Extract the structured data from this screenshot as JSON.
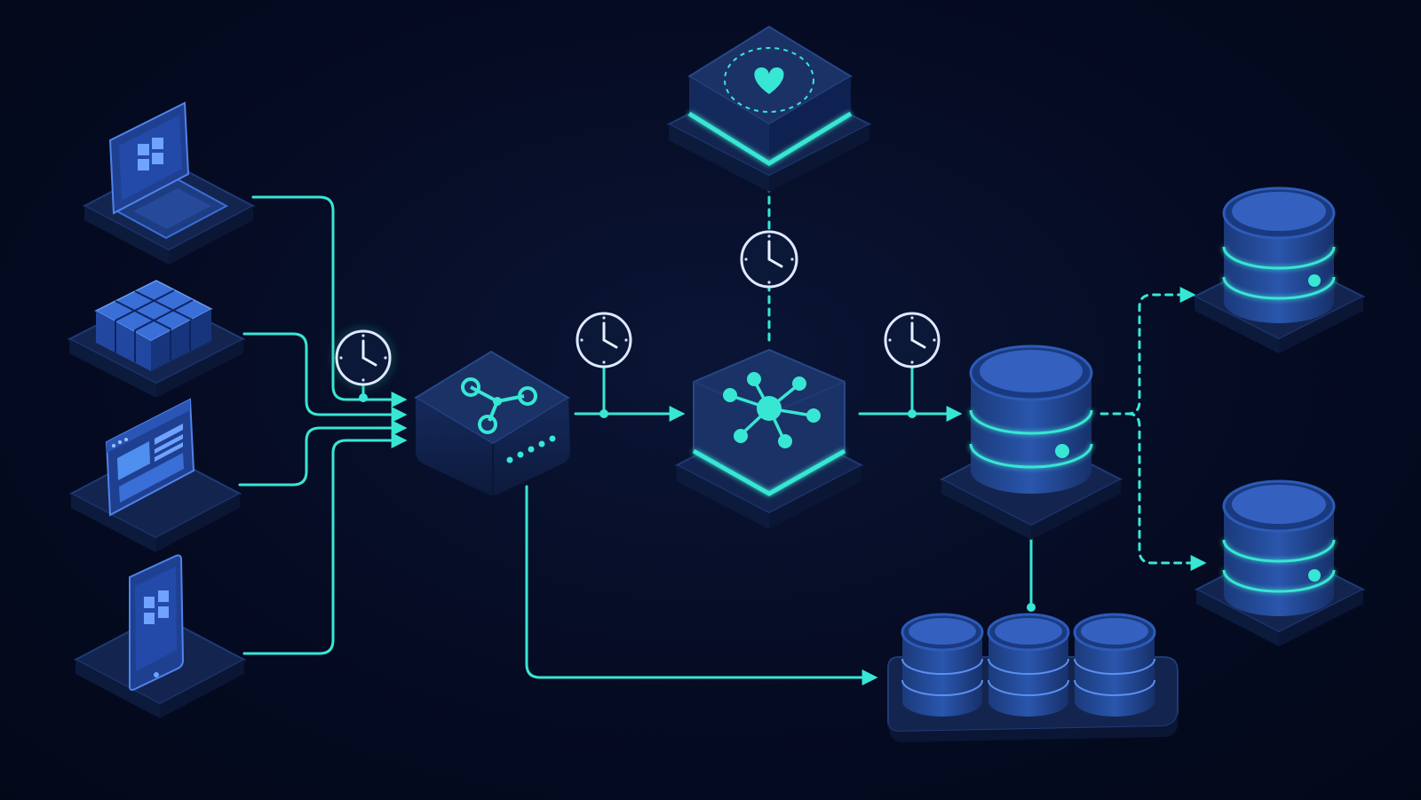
{
  "colors": {
    "background": "#050b22",
    "accent_cyan": "#38e6d4",
    "node_dark": "#0e1f45",
    "node_top": "#1a3266",
    "icon_blue": "#3a6fd8",
    "icon_light": "#5b8ff0"
  },
  "nodes": [
    {
      "id": "laptop-client",
      "icon": "laptop-windows-icon"
    },
    {
      "id": "container-grid",
      "icon": "container-grid-icon"
    },
    {
      "id": "web-browser-client",
      "icon": "browser-window-icon"
    },
    {
      "id": "mobile-client",
      "icon": "smartphone-icon"
    },
    {
      "id": "router-hub",
      "icon": "share-nodes-icon"
    },
    {
      "id": "health-monitor",
      "icon": "heart-icon"
    },
    {
      "id": "message-broker",
      "icon": "hub-spokes-icon"
    },
    {
      "id": "primary-database",
      "icon": "database-icon"
    },
    {
      "id": "replica-database-1",
      "icon": "database-icon"
    },
    {
      "id": "replica-database-2",
      "icon": "database-icon"
    },
    {
      "id": "storage-cluster",
      "icon": "database-cluster-icon"
    }
  ],
  "timers": [
    {
      "id": "timer-ingress",
      "icon": "clock-icon"
    },
    {
      "id": "timer-router-broker",
      "icon": "clock-icon"
    },
    {
      "id": "timer-health",
      "icon": "clock-icon"
    },
    {
      "id": "timer-broker-db",
      "icon": "clock-icon"
    }
  ]
}
